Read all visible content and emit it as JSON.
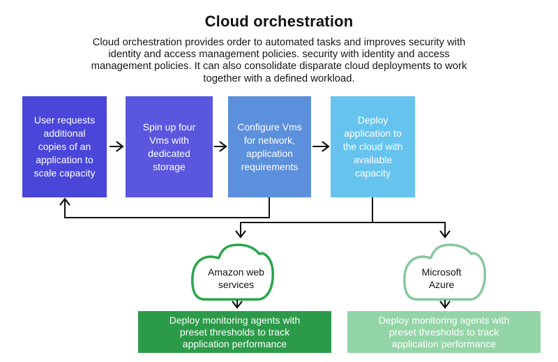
{
  "title": "Cloud orchestration",
  "description_lines": [
    "Cloud orchestration provides order to automated tasks and improves security with",
    "identity and access management policies. security with identity and access",
    "management policies. It can also consolidate disparate cloud deployments to work",
    "together with a defined workload."
  ],
  "steps": [
    {
      "label": "User requests additional copies of an application to scale capacity",
      "color": "#4946d9"
    },
    {
      "label": "Spin up four Vms with dedicated storage",
      "color": "#5a57de"
    },
    {
      "label": "Configure Vms for network, application requirements",
      "color": "#5c90dd"
    },
    {
      "label": "Deploy application to the cloud with available capacity",
      "color": "#65c3ee"
    }
  ],
  "clouds": [
    {
      "label": "Amazon web services",
      "color": "#27a648"
    },
    {
      "label": "Microsoft Azure",
      "color": "#85c89e"
    }
  ],
  "results": [
    {
      "label": "Deploy monitoring agents with preset thresholds to track application performance",
      "color": "#2b9b4a"
    },
    {
      "label": "Deploy monitoring agents with preset thresholds to track application performance",
      "color": "#93d5a6"
    }
  ],
  "arrow_color": "#111111"
}
